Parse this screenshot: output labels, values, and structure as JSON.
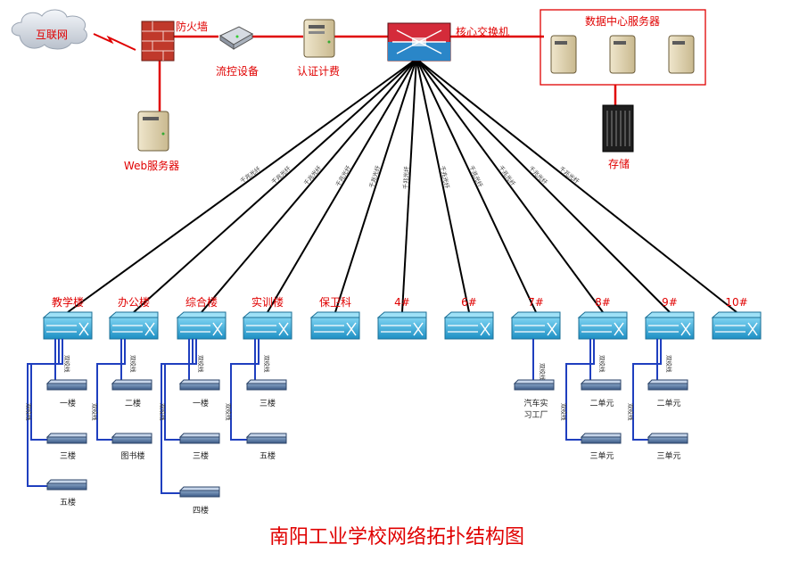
{
  "title": "南阳工业学校网络拓扑结构图",
  "internet": "互联网",
  "firewall": "防火墙",
  "flow_control": "流控设备",
  "auth_billing": "认证计费",
  "core_switch": "核心交换机",
  "datacenter": "数据中心服务器",
  "storage": "存储",
  "web_server": "Web服务器",
  "fiber_label": "千兆光纤",
  "cable_label": "双绞线",
  "buildings": [
    {
      "name": "教学楼",
      "floors": [
        "一楼",
        "三楼",
        "五楼"
      ]
    },
    {
      "name": "办公楼",
      "floors": [
        "二楼",
        "图书楼"
      ]
    },
    {
      "name": "综合楼",
      "floors": [
        "一楼",
        "三楼",
        "四楼"
      ]
    },
    {
      "name": "实训楼",
      "floors": [
        "三楼",
        "五楼"
      ]
    },
    {
      "name": "保卫科",
      "floors": []
    },
    {
      "name": "4#",
      "floors": []
    },
    {
      "name": "6#",
      "floors": []
    },
    {
      "name": "7#",
      "floors": [
        "汽车实\n习工厂"
      ]
    },
    {
      "name": "8#",
      "floors": [
        "二单元",
        "三单元"
      ]
    },
    {
      "name": "9#",
      "floors": [
        "二单元",
        "三单元"
      ]
    },
    {
      "name": "10#",
      "floors": []
    }
  ],
  "colors": {
    "accent_red": "#e00000",
    "switch_blue": "#2aa6d6",
    "link_red": "#e00000",
    "cable_blue": "#1f3fbf"
  }
}
